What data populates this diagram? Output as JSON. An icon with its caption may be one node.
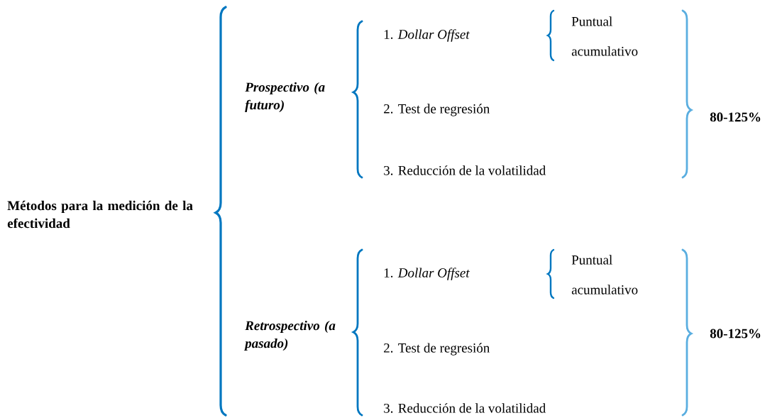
{
  "diagram": {
    "labels": [
      "Métodos para la medición de la efectividad",
      "Prospectivo (a futuro)",
      "1. *Dollar Offset*",
      "Puntual",
      "acumulativo",
      "2. Test de regresión",
      "3. Reducción de la volatilidad",
      "80-125%",
      "Retrospectivo (a pasado)",
      "1. *Dollar Offset*",
      "Puntual",
      "acumulativo",
      "2. Test de regresión",
      "3. Reducción de la volatilidad",
      "80-125%"
    ]
  }
}
